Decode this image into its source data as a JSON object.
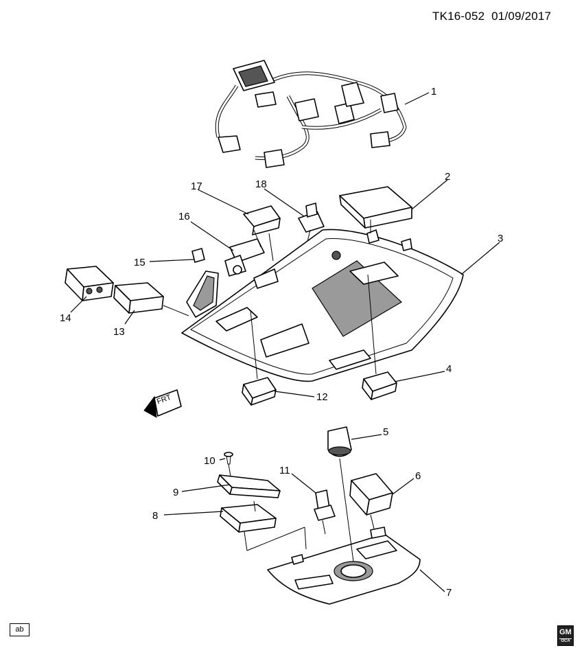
{
  "header": {
    "code": "TK16-052",
    "date": "01/09/2017"
  },
  "callouts": [
    {
      "id": "c1",
      "text": "1"
    },
    {
      "id": "c2",
      "text": "2"
    },
    {
      "id": "c3",
      "text": "3"
    },
    {
      "id": "c4",
      "text": "4"
    },
    {
      "id": "c5",
      "text": "5"
    },
    {
      "id": "c6",
      "text": "6"
    },
    {
      "id": "c7",
      "text": "7"
    },
    {
      "id": "c8",
      "text": "8"
    },
    {
      "id": "c9",
      "text": "9"
    },
    {
      "id": "c10",
      "text": "10"
    },
    {
      "id": "c11",
      "text": "11"
    },
    {
      "id": "c12",
      "text": "12"
    },
    {
      "id": "c13",
      "text": "13"
    },
    {
      "id": "c14",
      "text": "14"
    },
    {
      "id": "c15",
      "text": "15"
    },
    {
      "id": "c16",
      "text": "16"
    },
    {
      "id": "c17",
      "text": "17"
    },
    {
      "id": "c18",
      "text": "18"
    }
  ],
  "direction_marker": "FRT",
  "footer": {
    "ab_box": "ab",
    "logo": "GM",
    "logo_sub": "OCA"
  },
  "colors": {
    "line": "#000000",
    "shade": "#9a9a9a",
    "background": "#ffffff"
  }
}
